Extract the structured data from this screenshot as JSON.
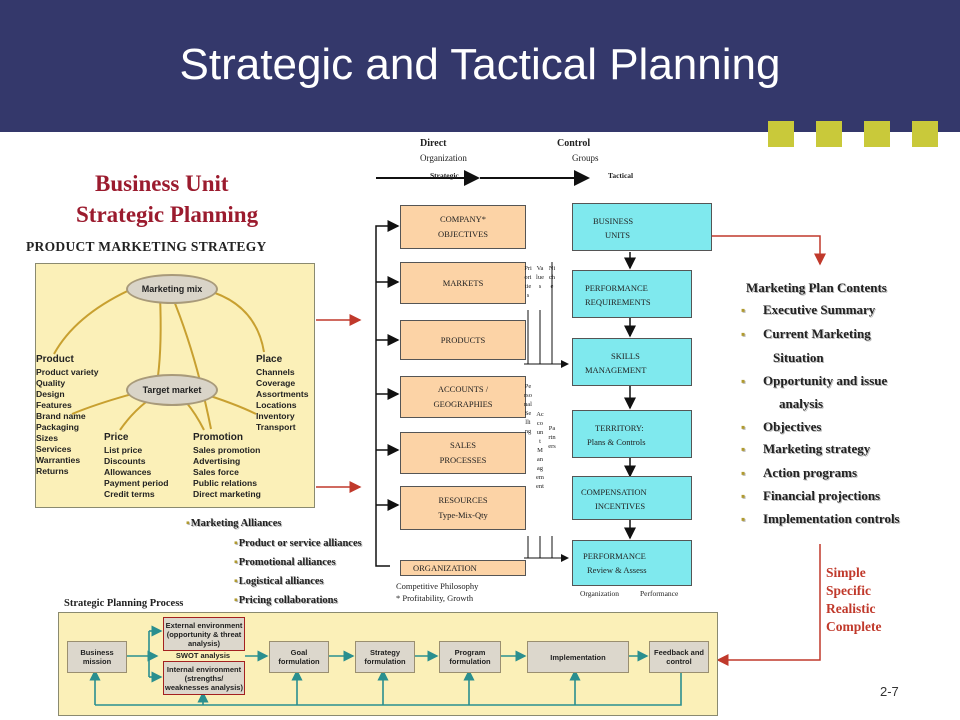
{
  "title": "Strategic and Tactical Planning",
  "business_unit": {
    "line1": "Business Unit",
    "line2": "Strategic Planning"
  },
  "product_marketing_strategy": "PRODUCT MARKETING STRATEGY",
  "marketing_mix": {
    "center": "Marketing mix",
    "target": "Target market",
    "product": {
      "head": "Product",
      "items": [
        "Product variety",
        "Quality",
        "Design",
        "Features",
        "Brand name",
        "Packaging",
        "Sizes",
        "Services",
        "Warranties",
        "Returns"
      ]
    },
    "price": {
      "head": "Price",
      "items": [
        "List price",
        "Discounts",
        "Allowances",
        "Payment period",
        "Credit terms"
      ]
    },
    "promotion": {
      "head": "Promotion",
      "items": [
        "Sales promotion",
        "Advertising",
        "Sales force",
        "Public relations",
        "Direct marketing"
      ]
    },
    "place": {
      "head": "Place",
      "items": [
        "Channels",
        "Coverage",
        "Assortments",
        "Locations",
        "Inventory",
        "Transport"
      ]
    }
  },
  "alliances": {
    "head": "Marketing Alliances",
    "items": [
      "Product or service alliances",
      "Promotional alliances",
      "Logistical alliances",
      "Pricing collaborations"
    ]
  },
  "flow": {
    "direct": "Direct",
    "control": "Control",
    "organization": "Organization",
    "groups": "Groups",
    "strategic": "Strategic",
    "tactical": "Tactical",
    "left_boxes": [
      {
        "l1": "COMPANY*",
        "l2": "OBJECTIVES"
      },
      {
        "l1": "MARKETS",
        "l2": ""
      },
      {
        "l1": "PRODUCTS",
        "l2": ""
      },
      {
        "l1": "ACCOUNTS /",
        "l2": "GEOGRAPHIES"
      },
      {
        "l1": "SALES",
        "l2": "PROCESSES"
      },
      {
        "l1": "RESOURCES",
        "l2": "Type-Mix-Qty"
      },
      {
        "l1": "ORGANIZATION",
        "l2": ""
      }
    ],
    "right_boxes": [
      {
        "l1": "BUSINESS",
        "l2": "UNITS"
      },
      {
        "l1": "PERFORMANCE",
        "l2": "REQUIREMENTS"
      },
      {
        "l1": "SKILLS",
        "l2": "MANAGEMENT"
      },
      {
        "l1": "TERRITORY:",
        "l2": "Plans & Controls"
      },
      {
        "l1": "COMPENSATION",
        "l2": "INCENTIVES"
      },
      {
        "l1": "PERFORMANCE",
        "l2": "Review & Assess"
      }
    ],
    "vcols_top": [
      "Priorities",
      "Values",
      "Niche"
    ],
    "vcols_bottom": [
      "Personal Selling",
      "Account Management",
      "Partners"
    ],
    "competitive_philosophy": "Competitive Philosophy",
    "profitability": "* Profitability, Growth",
    "organization_label": "Organization",
    "performance_label": "Performance"
  },
  "marketing_plan": {
    "head": "Marketing Plan Contents",
    "items": [
      "Executive Summary",
      "Current Marketing",
      "Situation",
      "Opportunity and issue",
      "analysis",
      "Objectives",
      "Marketing strategy",
      "Action programs",
      "Financial projections",
      "Implementation controls"
    ]
  },
  "criteria": [
    "Simple",
    "Specific",
    "Realistic",
    "Complete"
  ],
  "spp": {
    "label": "Strategic Planning Process",
    "business_mission": "Business mission",
    "external": "External environment (opportunity & threat analysis)",
    "swot": "SWOT analysis",
    "internal": "Internal environment (strengths/ weaknesses analysis)",
    "goal": "Goal formulation",
    "strategy": "Strategy formulation",
    "program": "Program formulation",
    "implementation": "Implementation",
    "feedback": "Feedback and control"
  },
  "slide_number": "2-7",
  "colors": {
    "header": "#34386b",
    "accent_squares": "#c9c93a",
    "title_red": "#9b1b2e",
    "arrow_red": "#c0392b",
    "orange_box": "#fcd3a6",
    "cyan_box": "#7fe9ee",
    "panel": "#fbf0b8"
  }
}
